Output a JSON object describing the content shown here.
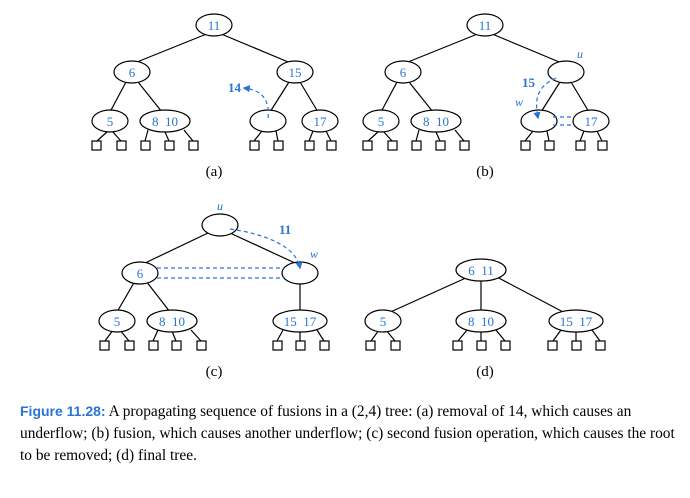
{
  "panels": [
    {
      "label": "(a)",
      "nodes": [
        {
          "key": "a11",
          "text": "11"
        },
        {
          "key": "a6",
          "text": "6"
        },
        {
          "key": "a15",
          "text": "15"
        },
        {
          "key": "a5",
          "text": "5"
        },
        {
          "key": "a810",
          "text": "8  10"
        },
        {
          "key": "aE",
          "text": ""
        },
        {
          "key": "a17",
          "text": "17"
        }
      ],
      "annotations": [
        {
          "key": "a14",
          "text": "14",
          "style": "bold"
        }
      ]
    },
    {
      "label": "(b)",
      "nodes": [
        {
          "key": "b11",
          "text": "11"
        },
        {
          "key": "b6",
          "text": "6"
        },
        {
          "key": "bU",
          "text": ""
        },
        {
          "key": "b5",
          "text": "5"
        },
        {
          "key": "b810",
          "text": "8  10"
        },
        {
          "key": "bW",
          "text": ""
        },
        {
          "key": "b17",
          "text": "17"
        }
      ],
      "annotations": [
        {
          "key": "bu",
          "text": "u",
          "style": "italic"
        },
        {
          "key": "bw",
          "text": "w",
          "style": "italic"
        },
        {
          "key": "b15",
          "text": "15",
          "style": "bold"
        }
      ]
    },
    {
      "label": "(c)",
      "nodes": [
        {
          "key": "cU",
          "text": ""
        },
        {
          "key": "c6",
          "text": "6"
        },
        {
          "key": "cW",
          "text": ""
        },
        {
          "key": "c5",
          "text": "5"
        },
        {
          "key": "c810",
          "text": "8  10"
        },
        {
          "key": "c1517",
          "text": "15  17"
        }
      ],
      "annotations": [
        {
          "key": "cu",
          "text": "u",
          "style": "italic"
        },
        {
          "key": "cw",
          "text": "w",
          "style": "italic"
        },
        {
          "key": "c11",
          "text": "11",
          "style": "bold"
        }
      ]
    },
    {
      "label": "(d)",
      "nodes": [
        {
          "key": "d611",
          "text": "6  11"
        },
        {
          "key": "d5",
          "text": "5"
        },
        {
          "key": "d810",
          "text": "8  10"
        },
        {
          "key": "d1517",
          "text": "15  17"
        }
      ],
      "annotations": []
    }
  ],
  "caption": {
    "label": "Figure 11.28:",
    "text": " A propagating sequence of fusions in a (2,4) tree: (a) removal of 14, which causes an underflow; (b) fusion, which causes another underflow; (c) second fusion operation, which causes the root to be removed; (d) final tree."
  },
  "colors": {
    "accent": "#2a74d6",
    "line": "#000000"
  }
}
